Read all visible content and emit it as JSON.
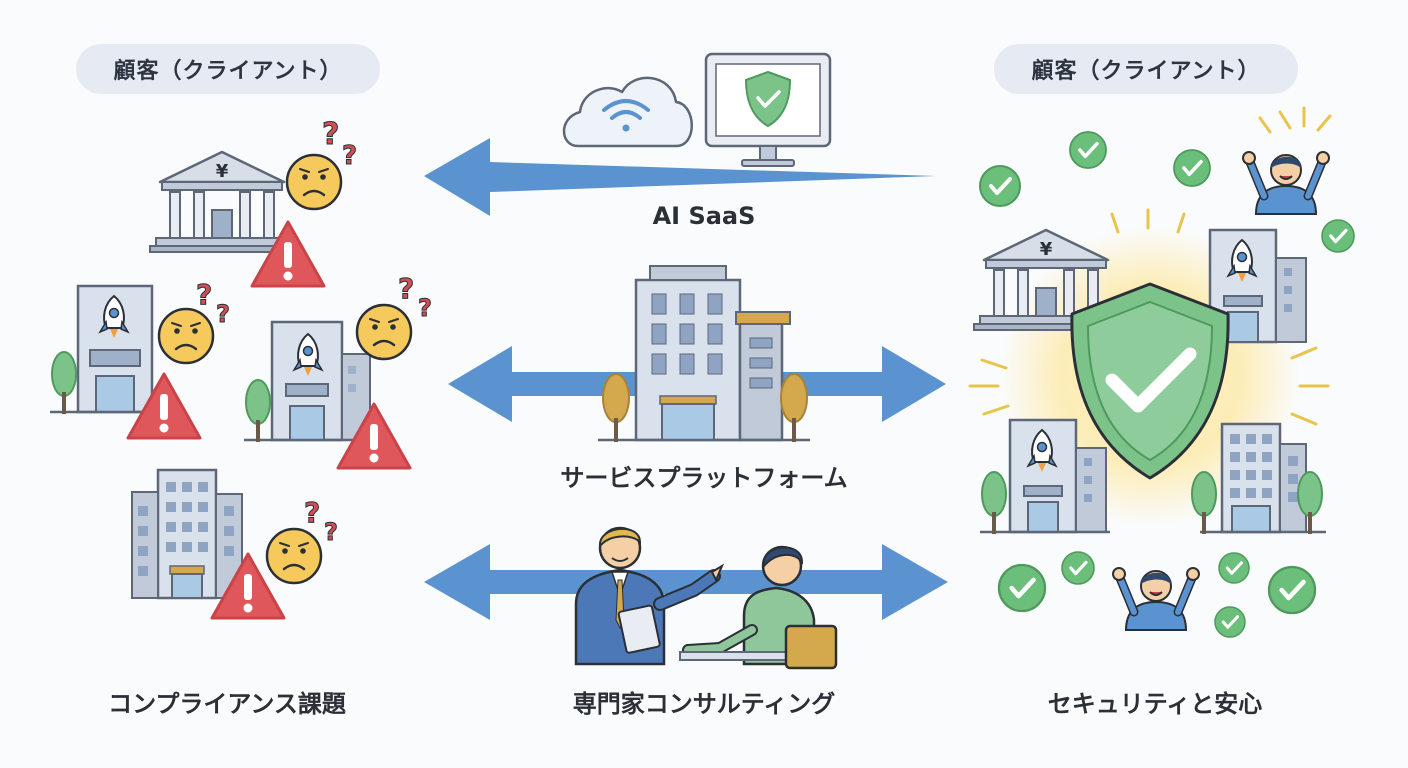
{
  "left_panel": {
    "header": "顧客（クライアント）",
    "caption": "コンプライアンス課題"
  },
  "right_panel": {
    "header": "顧客（クライアント）",
    "caption": "セキュリティと安心"
  },
  "center": {
    "top_label": "AI SaaS",
    "middle_label": "サービスプラットフォーム",
    "bottom_label": "専門家コンサルティング"
  },
  "symbols": {
    "yen": "¥",
    "question": "?",
    "exclamation": "!"
  },
  "colors": {
    "arrow": "#5b93d0",
    "warning": "#e0575b",
    "check": "#6cbf7a",
    "shield": "#7cc38a",
    "face": "#f6c95c",
    "building": "#c9d3e0"
  }
}
